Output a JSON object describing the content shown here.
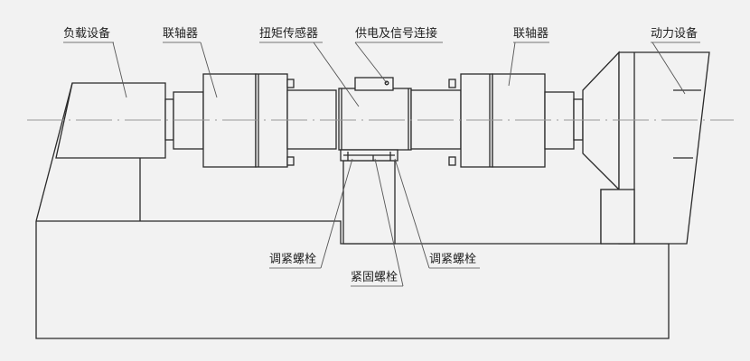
{
  "labels": {
    "load_device": "负载设备",
    "coupling_left": "联轴器",
    "torque_sensor": "扭矩传感器",
    "power_signal": "供电及信号连接",
    "coupling_right": "联轴器",
    "power_device": "动力设备",
    "adjust_bolt_left": "调紧螺栓",
    "fastening_bolt": "紧固螺栓",
    "adjust_bolt_right": "调紧螺栓"
  }
}
